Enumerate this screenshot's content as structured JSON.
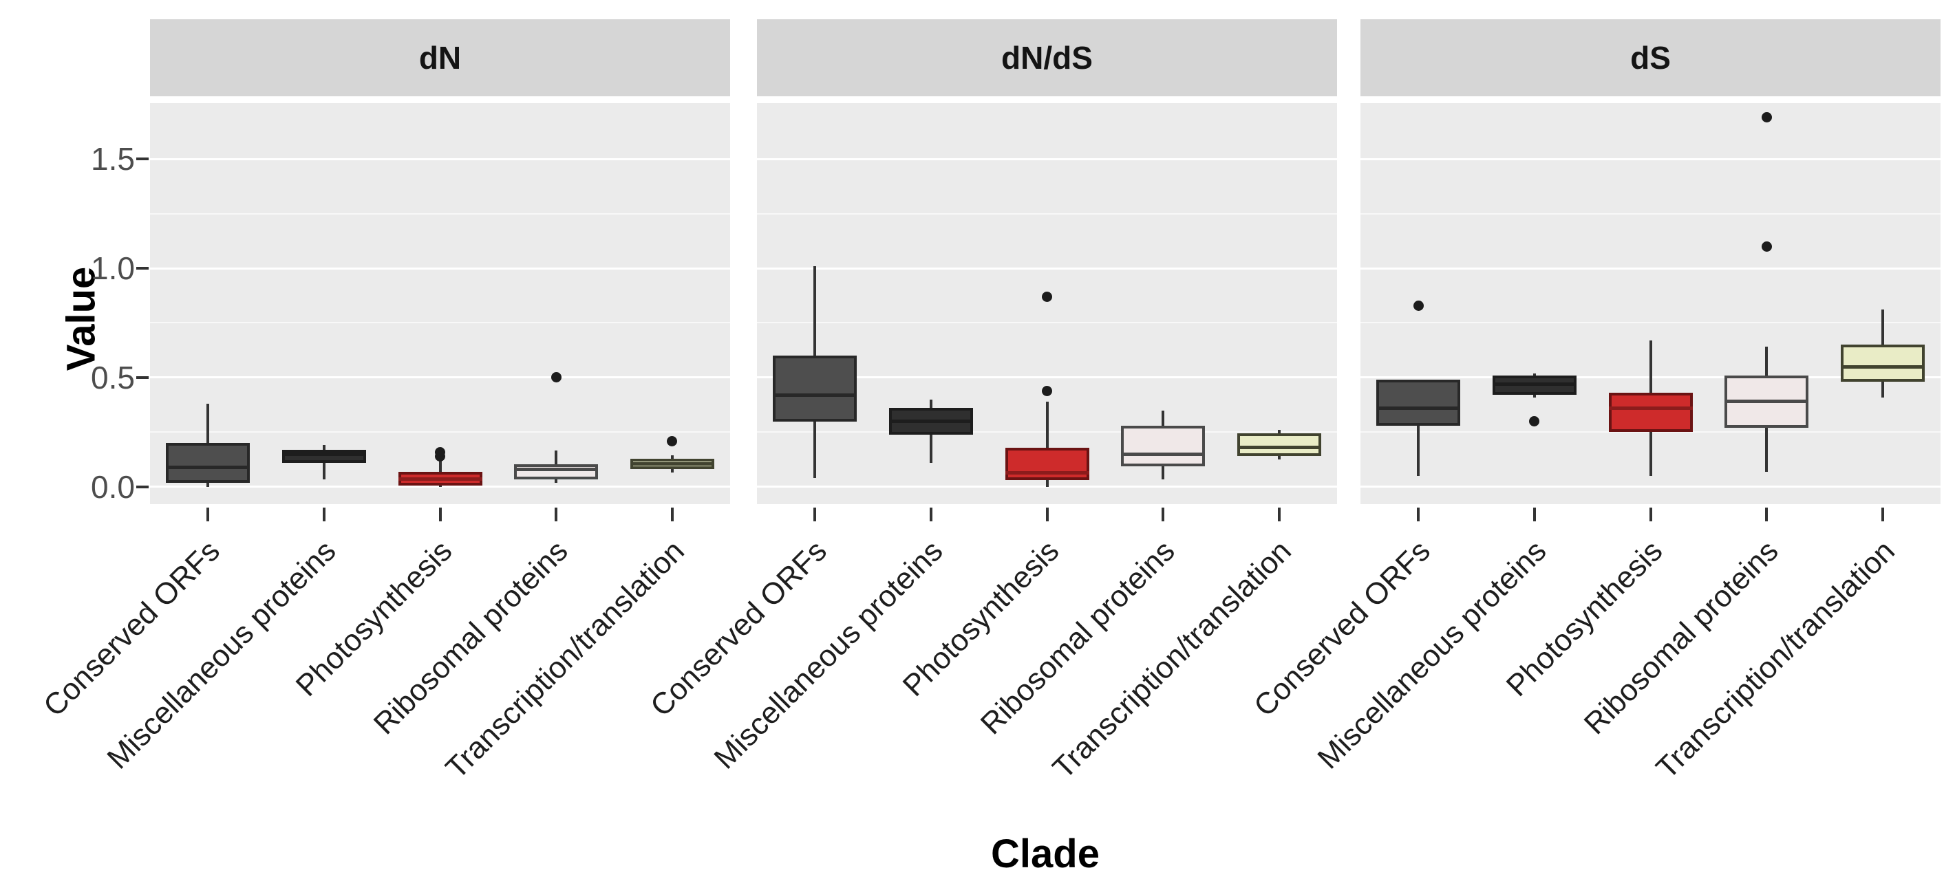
{
  "figure": {
    "background": "#ffffff",
    "panel_background": "#ebebeb",
    "strip_background": "#d6d6d6",
    "gridline_color": "#ffffff"
  },
  "axes": {
    "x_title": "Clade",
    "y_title": "Value",
    "y_ticks": [
      {
        "label": "1.5",
        "value": 1.5
      },
      {
        "label": "1.0",
        "value": 1.0
      },
      {
        "label": "0.5",
        "value": 0.5
      },
      {
        "label": "0.0",
        "value": 0.0
      }
    ],
    "y_domain": [
      -0.079,
      1.755
    ],
    "grid_major": [
      0.0,
      0.5,
      1.0,
      1.5
    ],
    "grid_minor": [
      0.25,
      0.75,
      1.25
    ]
  },
  "chart_data": {
    "type": "boxplot",
    "facet_variable": "metric",
    "x_variable": "Clade",
    "y_variable": "Value",
    "categories": [
      "Conserved ORFs",
      "Miscellaneous proteins",
      "Photosynthesis",
      "Ribosomal proteins",
      "Transcription/translation"
    ],
    "category_styles": [
      {
        "name": "Conserved ORFs",
        "fill": "#4e4e4e",
        "stroke": "#282828",
        "median": "#282828"
      },
      {
        "name": "Miscellaneous proteins",
        "fill": "#2f2f2f",
        "stroke": "#1d1d1d",
        "median": "#1d1d1d"
      },
      {
        "name": "Photosynthesis",
        "fill": "#ce2b2b",
        "stroke": "#6b1313",
        "median": "#8c1c1c"
      },
      {
        "name": "Ribosomal proteins",
        "fill": "#f0e8e8",
        "stroke": "#4a4a4a",
        "median": "#4a4a4a"
      },
      {
        "name": "Transcription/translation",
        "fill": "#e9ecc6",
        "stroke": "#41432f",
        "median": "#41432f"
      }
    ],
    "outlier_color": "#1c1c1c",
    "facets": [
      {
        "label": "dN",
        "boxes": [
          {
            "category": "Conserved ORFs",
            "whisker_low": 0.0,
            "q1": 0.02,
            "median": 0.09,
            "q3": 0.2,
            "whisker_high": 0.38,
            "outliers": []
          },
          {
            "category": "Miscellaneous proteins",
            "whisker_low": 0.035,
            "q1": 0.11,
            "median": 0.15,
            "q3": 0.17,
            "whisker_high": 0.19,
            "outliers": []
          },
          {
            "category": "Photosynthesis",
            "whisker_low": 0.0,
            "q1": 0.005,
            "median": 0.035,
            "q3": 0.07,
            "whisker_high": 0.125,
            "outliers": [
              0.14,
              0.16
            ]
          },
          {
            "category": "Ribosomal proteins",
            "whisker_low": 0.02,
            "q1": 0.035,
            "median": 0.08,
            "q3": 0.105,
            "whisker_high": 0.165,
            "outliers": [
              0.5
            ]
          },
          {
            "category": "Transcription/translation",
            "whisker_low": 0.065,
            "q1": 0.08,
            "median": 0.105,
            "q3": 0.13,
            "whisker_high": 0.145,
            "outliers": [
              0.21
            ]
          }
        ]
      },
      {
        "label": "dN/dS",
        "boxes": [
          {
            "category": "Conserved ORFs",
            "whisker_low": 0.04,
            "q1": 0.3,
            "median": 0.42,
            "q3": 0.6,
            "whisker_high": 1.01,
            "outliers": []
          },
          {
            "category": "Miscellaneous proteins",
            "whisker_low": 0.11,
            "q1": 0.24,
            "median": 0.3,
            "q3": 0.36,
            "whisker_high": 0.4,
            "outliers": []
          },
          {
            "category": "Photosynthesis",
            "whisker_low": 0.0,
            "q1": 0.03,
            "median": 0.065,
            "q3": 0.18,
            "whisker_high": 0.39,
            "outliers": [
              0.44,
              0.87
            ]
          },
          {
            "category": "Ribosomal proteins",
            "whisker_low": 0.035,
            "q1": 0.095,
            "median": 0.15,
            "q3": 0.28,
            "whisker_high": 0.35,
            "outliers": []
          },
          {
            "category": "Transcription/translation",
            "whisker_low": 0.125,
            "q1": 0.14,
            "median": 0.18,
            "q3": 0.245,
            "whisker_high": 0.26,
            "outliers": []
          }
        ]
      },
      {
        "label": "dS",
        "boxes": [
          {
            "category": "Conserved ORFs",
            "whisker_low": 0.05,
            "q1": 0.28,
            "median": 0.36,
            "q3": 0.49,
            "whisker_high": 0.49,
            "outliers": [
              0.83
            ]
          },
          {
            "category": "Miscellaneous proteins",
            "whisker_low": 0.41,
            "q1": 0.42,
            "median": 0.47,
            "q3": 0.51,
            "whisker_high": 0.52,
            "outliers": [
              0.3
            ]
          },
          {
            "category": "Photosynthesis",
            "whisker_low": 0.05,
            "q1": 0.25,
            "median": 0.36,
            "q3": 0.43,
            "whisker_high": 0.67,
            "outliers": []
          },
          {
            "category": "Ribosomal proteins",
            "whisker_low": 0.07,
            "q1": 0.27,
            "median": 0.39,
            "q3": 0.51,
            "whisker_high": 0.64,
            "outliers": [
              1.1,
              1.69
            ]
          },
          {
            "category": "Transcription/translation",
            "whisker_low": 0.41,
            "q1": 0.48,
            "median": 0.55,
            "q3": 0.65,
            "whisker_high": 0.81,
            "outliers": []
          }
        ]
      }
    ]
  }
}
